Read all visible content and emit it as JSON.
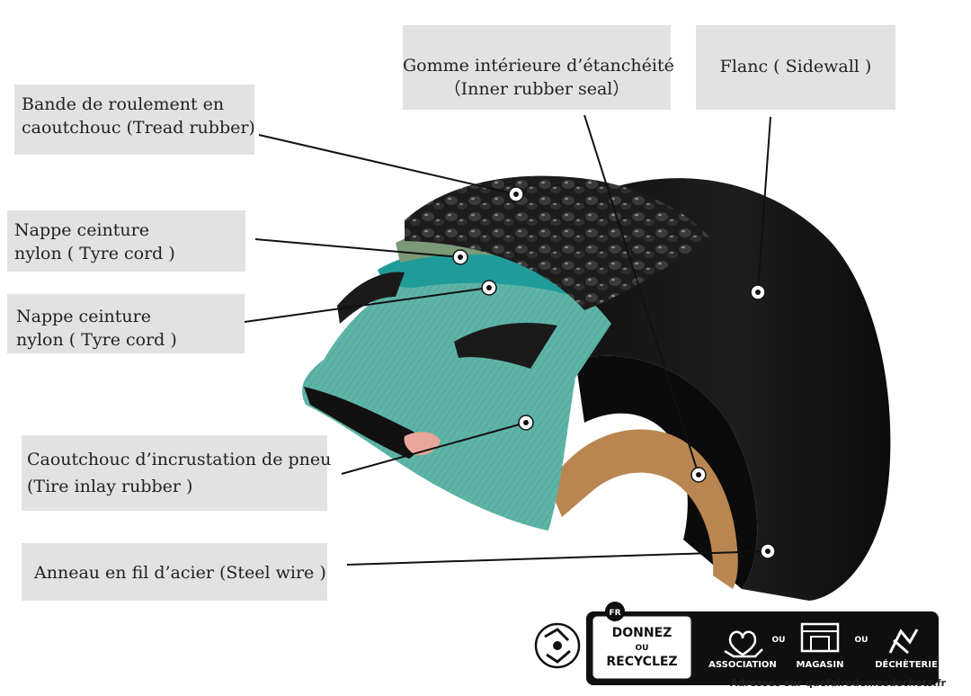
{
  "labels": {
    "tread": {
      "line1": "Bande de roulement en",
      "line2": "caoutchouc (Tread rubber)"
    },
    "nylon_1": {
      "line1": "Nappe ceinture",
      "line2": "nylon ( Tyre cord )"
    },
    "nylon_2": {
      "line1": "Nappe ceinture",
      "line2": "nylon ( Tyre cord )"
    },
    "inlay": {
      "line1": "Caoutchouc d’incrustation de pneu",
      "line2": "(Tire inlay rubber )"
    },
    "steel": {
      "line1": "Anneau en fil d’acier (Steel wire )"
    },
    "inner_seal": {
      "line1": "Gomme intérieure d’étanchéité",
      "line2": "（Inner rubber seal）"
    },
    "sidewall": {
      "line1": "Flanc ( Sidewall )"
    }
  },
  "badge": {
    "country": "FR",
    "line1": "DONNEZ",
    "line2": "OU",
    "line3": "RECYCLEZ",
    "option1": "ASSOCIATION",
    "or1": "OU",
    "option2": "MAGASIN",
    "or2": "OU",
    "option3": "DÉCHÈTERIE",
    "footer": "Adresses sur quefairedemesdechets.fr"
  },
  "colors": {
    "tread": "#1c1c1c",
    "sidewall": "#151515",
    "nylon_green": "#7b9a78",
    "teal_band": "#1f9c9a",
    "cord_layer": "#5fb4a8",
    "bead_tan": "#b98652",
    "inlay_pink": "#e8a79a",
    "label_bg": "#e2e2e2"
  }
}
